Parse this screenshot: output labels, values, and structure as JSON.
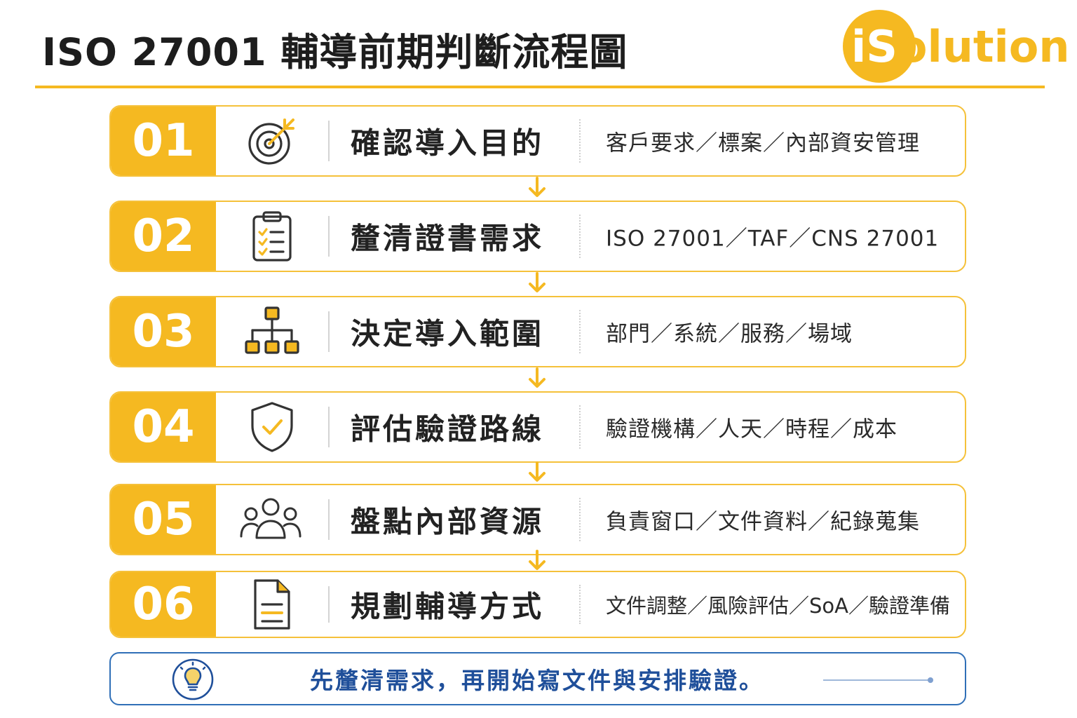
{
  "header": {
    "title": "ISO 27001 輔導前期判斷流程圖",
    "logo_text": "iSolution"
  },
  "colors": {
    "accent": "#f5b921",
    "accent_border": "#f5c13a",
    "tip_blue": "#2f6fb7",
    "tip_text": "#1f4f9a"
  },
  "steps": [
    {
      "num": "01",
      "icon": "target-icon",
      "title": "確認導入目的",
      "desc": "客戶要求／標案／內部資安管理"
    },
    {
      "num": "02",
      "icon": "clipboard-checklist-icon",
      "title": "釐清證書需求",
      "desc": "ISO 27001／TAF／CNS 27001"
    },
    {
      "num": "03",
      "icon": "org-chart-icon",
      "title": "決定導入範圍",
      "desc": "部門／系統／服務／場域"
    },
    {
      "num": "04",
      "icon": "shield-check-icon",
      "title": "評估驗證路線",
      "desc": "驗證機構／人天／時程／成本"
    },
    {
      "num": "05",
      "icon": "people-group-icon",
      "title": "盤點內部資源",
      "desc": "負責窗口／文件資料／紀錄蒐集"
    },
    {
      "num": "06",
      "icon": "document-icon",
      "title": "規劃輔導方式",
      "desc": "文件調整／風險評估／SoA／驗證準備"
    }
  ],
  "tip": {
    "icon": "lightbulb-icon",
    "text": "先釐清需求，再開始寫文件與安排驗證。"
  }
}
